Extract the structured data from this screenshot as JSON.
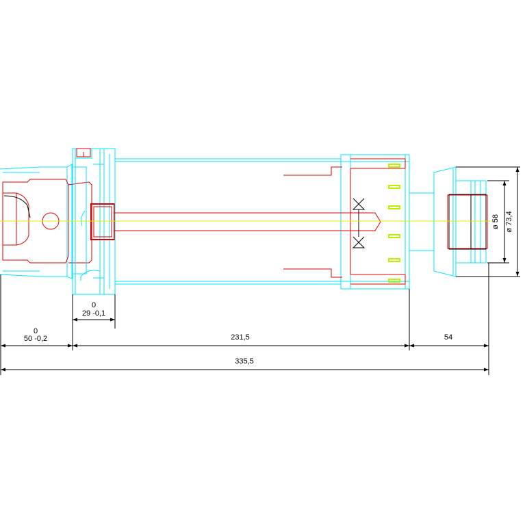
{
  "colors": {
    "background": "#ffffff",
    "outline": "#00e5ff",
    "section": "#e00000",
    "centerline": "#e8e800",
    "accent": "#b8f000",
    "dimension": "#000000"
  },
  "dimensions": {
    "shank_tol_upper": "0",
    "shank_length": "50 -0,2",
    "flange_tol_upper": "0",
    "flange_length": "29 -0,1",
    "body_length": "231,5",
    "tip_length": "54",
    "overall_length": "335,5",
    "inner_diameter": "ø 58",
    "outer_diameter": "ø 73,4"
  }
}
